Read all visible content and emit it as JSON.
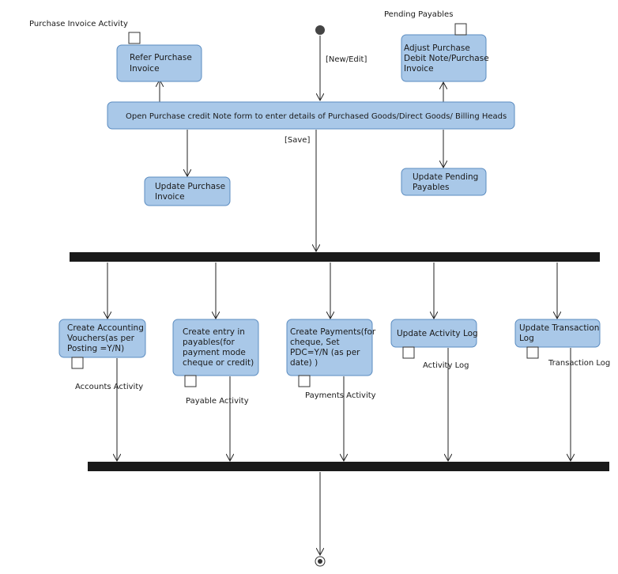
{
  "labels": {
    "purchase_invoice_activity": "Purchase Invoice Activity",
    "pending_payables": "Pending Payables",
    "new_edit": "[New/Edit]",
    "save": "[Save]",
    "accounts_activity": "Accounts Activity",
    "payable_activity": "Payable Activity",
    "payments_activity": "Payments Activity",
    "activity_log": "Activity Log",
    "transaction_log": "Transaction Log"
  },
  "activities": {
    "refer_purchase_invoice": [
      "Refer Purchase",
      "Invoice"
    ],
    "adjust_purchase_debit": [
      "Adjust Purchase",
      "Debit Note/Purchase",
      "Invoice"
    ],
    "open_credit_note_form": [
      "Open Purchase credit Note form to enter details of Purchased Goods/Direct Goods/ Billing Heads"
    ],
    "update_purchase_invoice": [
      "Update Purchase",
      "Invoice"
    ],
    "update_pending_payables": [
      "Update Pending",
      "Payables"
    ],
    "create_accounting_vouchers": [
      "Create Accounting",
      "Vouchers(as per",
      "Posting =Y/N)"
    ],
    "create_payables_entry": [
      "Create entry in",
      "payables(for",
      "payment mode",
      "cheque or credit)"
    ],
    "create_payments": [
      "Create Payments(for",
      "cheque, Set",
      "PDC=Y/N (as per",
      "date) )"
    ],
    "update_activity_log": [
      "Update Activity Log"
    ],
    "update_transaction_log": [
      "Update Transaction",
      "Log"
    ]
  },
  "colors": {
    "activity_fill": "#a9c8e8",
    "activity_stroke": "#5b8cc0",
    "bar": "#1a1a1a"
  }
}
